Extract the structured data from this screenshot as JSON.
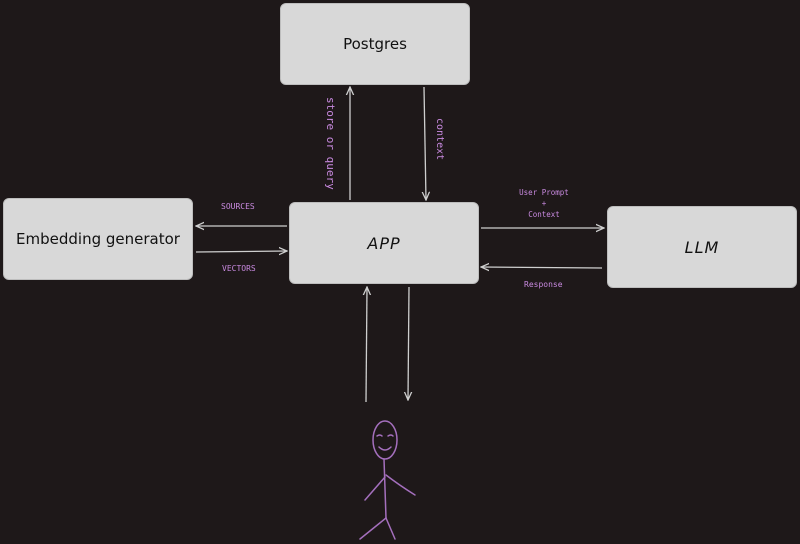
{
  "nodes": {
    "postgres": "Postgres",
    "app": "APP",
    "embedding": "Embedding generator",
    "llm": "LLM"
  },
  "edges": {
    "store_or_query": "store or query",
    "context": "context",
    "sources": "SOURCES",
    "vectors": "VECTORS",
    "user_prompt": "User Prompt",
    "plus": "+",
    "prompt_context": "Context",
    "response": "Response"
  },
  "colors": {
    "background": "#1e1819",
    "box_fill": "#d8d8d8",
    "arrow": "#cfcfcf",
    "label_accent": "#c98ae0"
  },
  "icons": {
    "user": "stick-figure-user-icon"
  }
}
